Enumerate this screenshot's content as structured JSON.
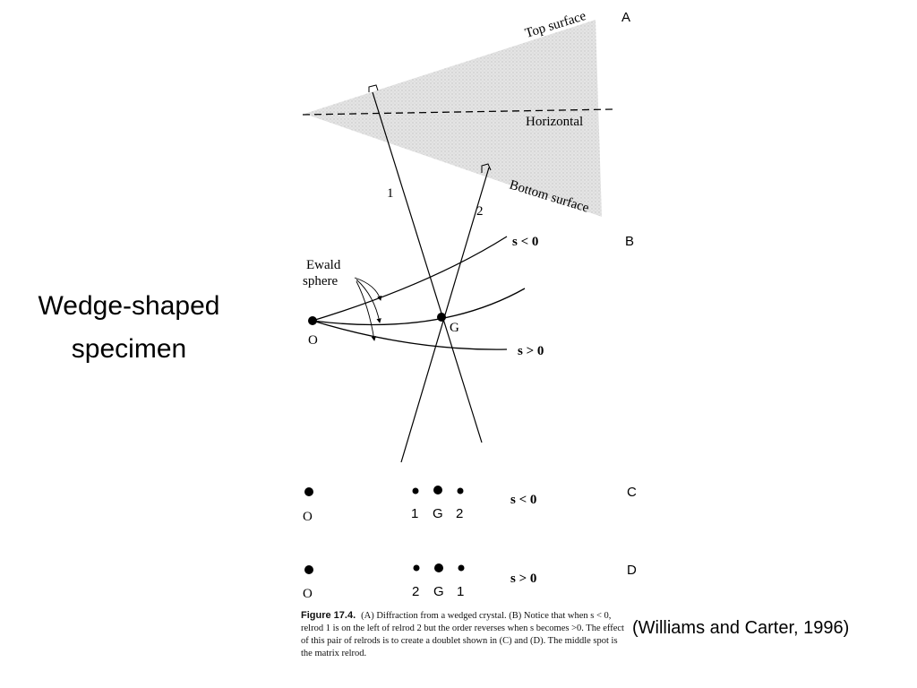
{
  "slide": {
    "title": "Wedge-shaped specimen",
    "citation": "(Williams and Carter, 1996)"
  },
  "figure": {
    "panel_labels": {
      "a": "A",
      "b": "B",
      "c": "C",
      "d": "D"
    },
    "surfaces": {
      "top": "Top surface",
      "horizontal": "Horizontal",
      "bottom": "Bottom surface"
    },
    "relrod_labels": {
      "one": "1",
      "two": "2"
    },
    "ewald_label_line1": "Ewald",
    "ewald_label_line2": "sphere",
    "point_o": "O",
    "point_g": "G",
    "s_less": "s < 0",
    "s_greater": "s > 0",
    "row_c": {
      "origin": "O",
      "spots": [
        "1",
        "G",
        "2"
      ],
      "s_label": "s < 0"
    },
    "row_d": {
      "origin": "O",
      "spots": [
        "2",
        "G",
        "1"
      ],
      "s_label": "s > 0"
    },
    "caption_label": "Figure 17.4.",
    "caption_text": "(A) Diffraction from a wedged crystal. (B) Notice that when s < 0, relrod 1 is on the left of relrod 2 but the order reverses when s becomes >0. The effect of this pair of relrods is to create a doublet shown in (C) and (D). The middle spot is the matrix relrod."
  },
  "colors": {
    "ink": "#000000",
    "wedge_fill": "#d9d9d9"
  }
}
